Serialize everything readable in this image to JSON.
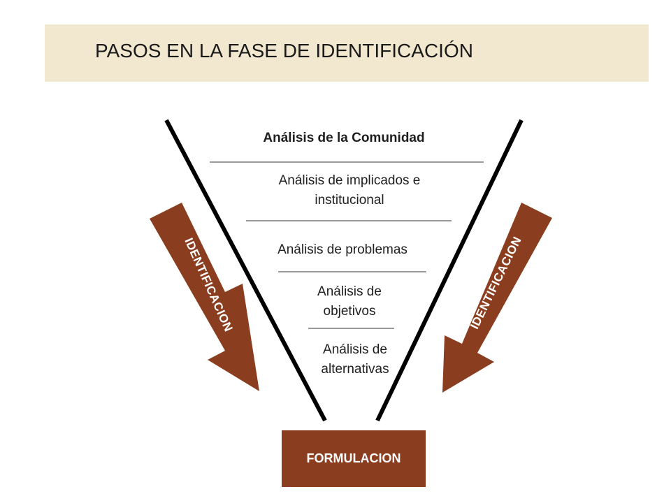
{
  "title": "PASOS EN LA FASE DE IDENTIFICACIÓN",
  "steps": [
    {
      "label": "Análisis de la Comunidad",
      "bold": true
    },
    {
      "label": "Análisis de implicados e institucional",
      "line1": "Análisis de implicados e",
      "line2": "institucional"
    },
    {
      "label": "Análisis de problemas"
    },
    {
      "label": "Análisis de objetivos",
      "line1": "Análisis de",
      "line2": "objetivos"
    },
    {
      "label": "Análisis de alternativas",
      "line1": "Análisis de",
      "line2": "alternativas"
    }
  ],
  "arrows": {
    "left_label": "IDENTIFICACION",
    "right_label": "IDENTIFICACION"
  },
  "formulacion": "FORMULACION",
  "colors": {
    "title_bg": "#f2e8d0",
    "arrow_fill": "#8b3e1f",
    "v_lines": "#000000"
  }
}
